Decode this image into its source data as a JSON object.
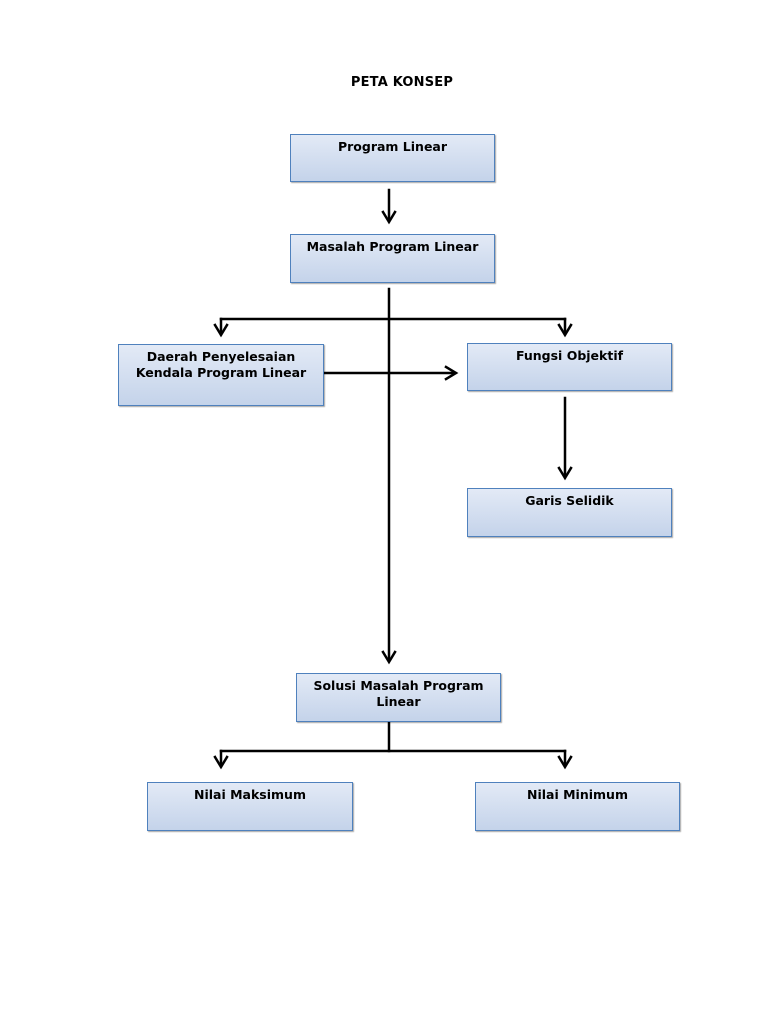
{
  "title": "PETA KONSEP",
  "nodes": {
    "program_linear": "Program Linear",
    "masalah_program_linear": "Masalah Program Linear",
    "daerah_penyelesaian": "Daerah Penyelesaian\nKendala Program Linear",
    "fungsi_objektif": "Fungsi Objektif",
    "garis_selidik": "Garis Selidik",
    "solusi_masalah": "Solusi Masalah Program\nLinear",
    "nilai_maksimum": "Nilai Maksimum",
    "nilai_minimum": "Nilai Minimum"
  },
  "colors": {
    "node_border": "#4f81bd",
    "node_fill_top": "#e3eaf6",
    "node_fill_bottom": "#c4d3ea",
    "connector": "#000000"
  }
}
